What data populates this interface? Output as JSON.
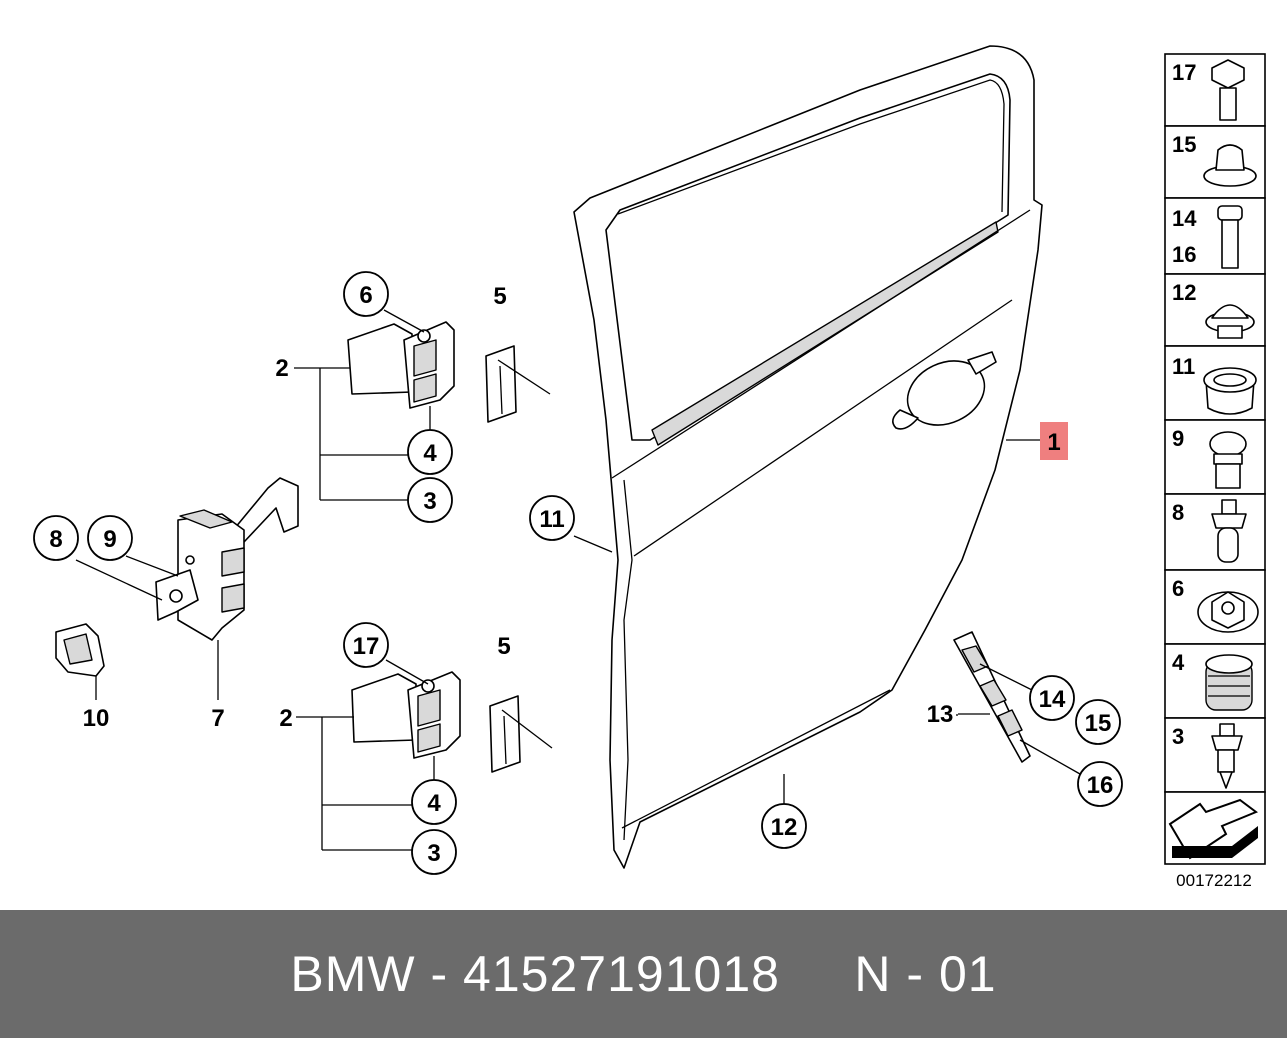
{
  "brand": "BMW",
  "part_number": "41527191018",
  "page_code": "N - 01",
  "diagram_id": "00172212",
  "callouts": {
    "c1": "1",
    "c2a": "2",
    "c2b": "2",
    "c3a": "3",
    "c3b": "3",
    "c4a": "4",
    "c4b": "4",
    "c5a": "5",
    "c5b": "5",
    "c6": "6",
    "c7": "7",
    "c8": "8",
    "c9": "9",
    "c10": "10",
    "c11": "11",
    "c12": "12",
    "c13": "13",
    "c14": "14",
    "c15": "15",
    "c16": "16",
    "c17": "17"
  },
  "legend_cells": [
    {
      "labels": [
        "17"
      ],
      "icon": "torx-bolt-icon"
    },
    {
      "labels": [
        "15"
      ],
      "icon": "cap-nut-icon"
    },
    {
      "labels": [
        "14",
        "16"
      ],
      "icon": "screw-icon"
    },
    {
      "labels": [
        "12"
      ],
      "icon": "plug-cap-icon"
    },
    {
      "labels": [
        "11"
      ],
      "icon": "grommet-icon"
    },
    {
      "labels": [
        "9"
      ],
      "icon": "torx-screw-icon"
    },
    {
      "labels": [
        "8"
      ],
      "icon": "stud-bolt-icon"
    },
    {
      "labels": [
        "6"
      ],
      "icon": "hex-flange-nut-icon"
    },
    {
      "labels": [
        "4"
      ],
      "icon": "spring-sleeve-icon"
    },
    {
      "labels": [
        "3"
      ],
      "icon": "hinge-pin-icon"
    },
    {
      "labels": [],
      "icon": "direction-arrow-icon"
    }
  ],
  "colors": {
    "highlight": "#ef7f7f",
    "footer": "#6b6b6b"
  }
}
